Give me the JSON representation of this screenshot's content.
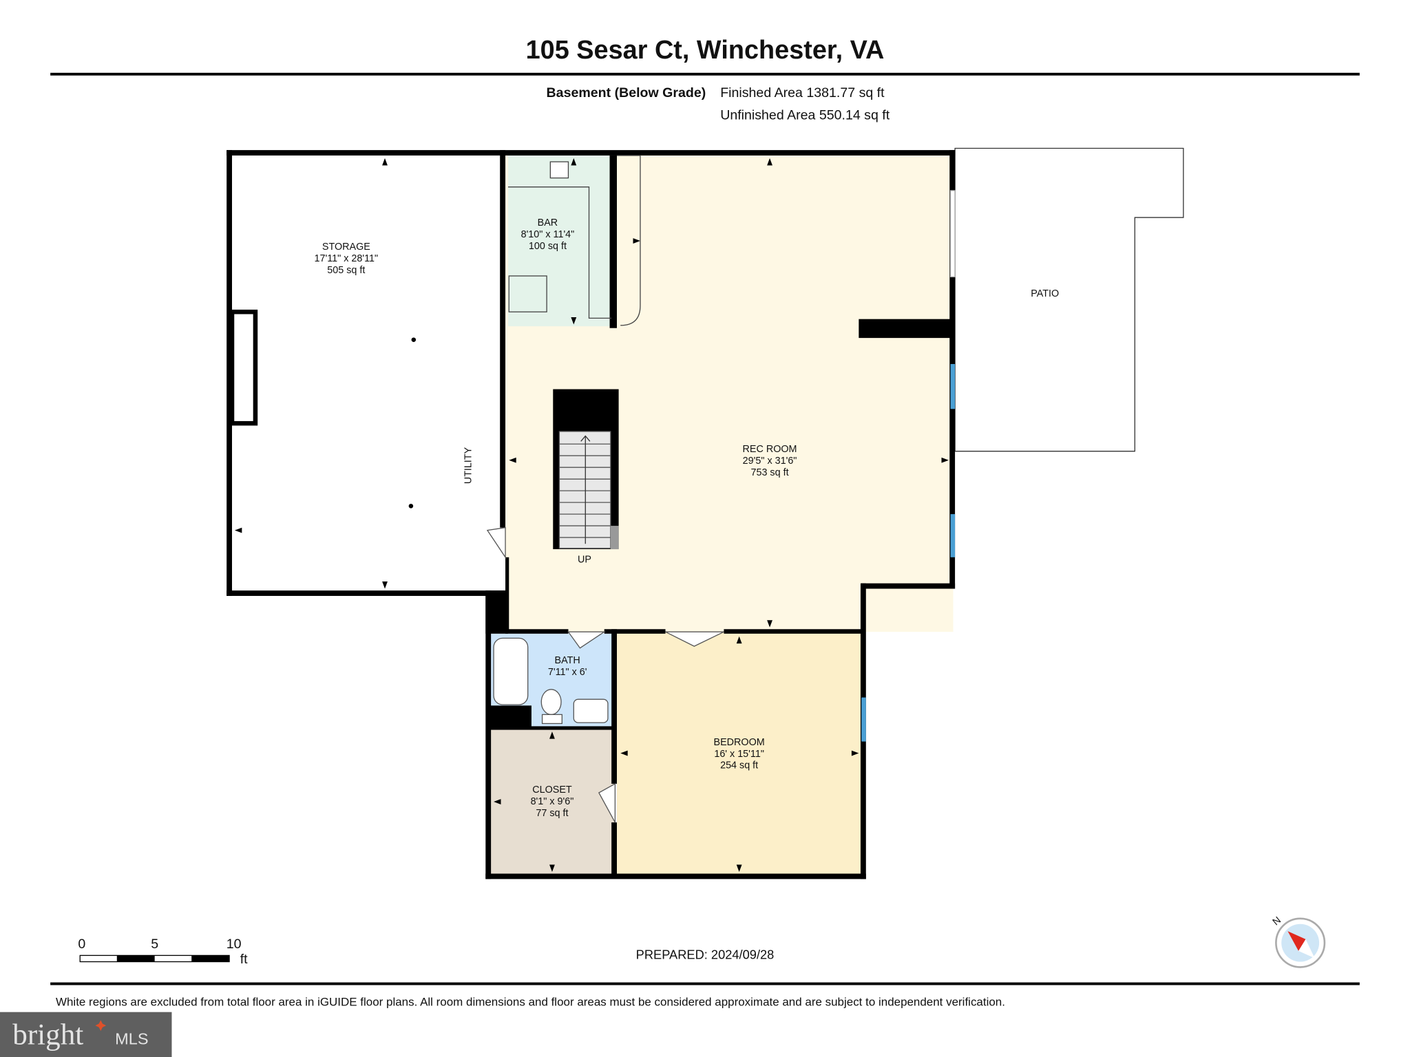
{
  "header": {
    "title": "105 Sesar Ct, Winchester, VA",
    "level": "Basement (Below Grade)",
    "finished_area": "Finished Area 1381.77 sq ft",
    "unfinished_area": "Unfinished Area 550.14 sq ft"
  },
  "rooms": [
    {
      "name": "STORAGE",
      "dims": "17'11\" x 28'11\"",
      "area": "505 sq ft",
      "color": "#ffffff"
    },
    {
      "name": "BAR",
      "dims": "8'10\" x 11'4\"",
      "area": "100 sq ft",
      "color": "#e4f3ea"
    },
    {
      "name": "REC ROOM",
      "dims": "29'5\" x 31'6\"",
      "area": "753 sq ft",
      "color": "#fef8e4"
    },
    {
      "name": "BATH",
      "dims": "7'11\" x 6'",
      "color": "#cde5fa"
    },
    {
      "name": "BEDROOM",
      "dims": "16' x 15'11\"",
      "area": "254 sq ft",
      "color": "#fcefc9"
    },
    {
      "name": "CLOSET",
      "dims": "8'1\" x 9'6\"",
      "area": "77 sq ft",
      "color": "#e7ded1"
    }
  ],
  "labels": {
    "utility": "UTILITY",
    "patio": "PATIO",
    "stairs": "UP"
  },
  "scale_bar": {
    "ticks": [
      "0",
      "5",
      "10"
    ],
    "unit": "ft"
  },
  "prepared": "PREPARED: 2024/09/28",
  "compass": {
    "label": "N",
    "icon": "compass-icon"
  },
  "disclaimer": "White regions are excluded from total floor area in iGUIDE floor plans. All room dimensions and floor areas must be considered approximate and are subject to independent verification.",
  "watermark": {
    "text": "bright MLS",
    "color": "#5f5f5f",
    "accent": "#e0512a"
  },
  "colors": {
    "window": "#4a9fd4",
    "wall": "#000000"
  }
}
